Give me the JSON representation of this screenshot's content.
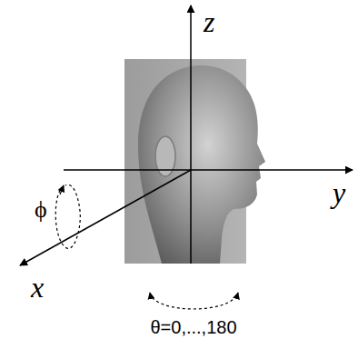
{
  "diagram": {
    "labels": [
      "z",
      "y",
      "x",
      "ϕ",
      "θ=0,...,180"
    ]
  }
}
